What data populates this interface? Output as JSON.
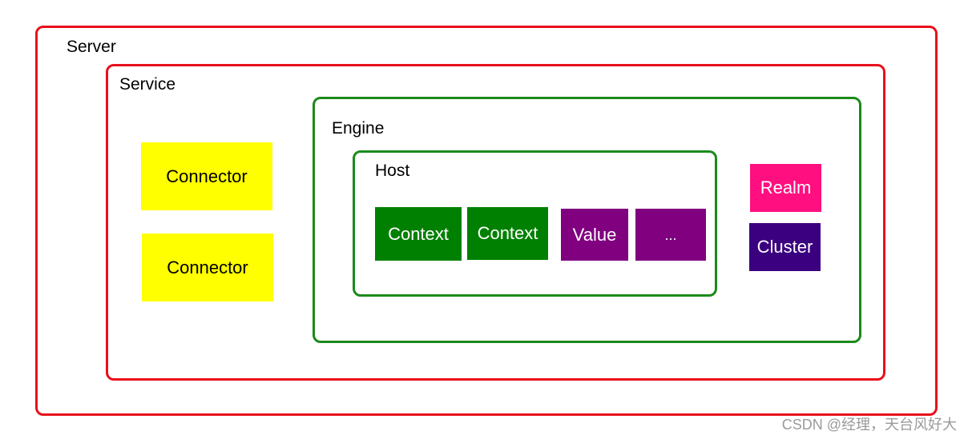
{
  "server": {
    "label": "Server"
  },
  "service": {
    "label": "Service"
  },
  "connectors": [
    {
      "label": "Connector"
    },
    {
      "label": "Connector"
    }
  ],
  "engine": {
    "label": "Engine",
    "host": {
      "label": "Host",
      "items": [
        {
          "label": "Context"
        },
        {
          "label": "Context"
        },
        {
          "label": "Value"
        },
        {
          "label": "..."
        }
      ]
    },
    "realm": {
      "label": "Realm"
    },
    "cluster": {
      "label": "Cluster"
    }
  },
  "watermark": "CSDN @经理，天台风好大",
  "colors": {
    "server_border": "#e8101a",
    "engine_border": "#1b8a1b",
    "connector": "#ffff00",
    "context": "#008000",
    "valve": "#800080",
    "realm": "#ff0f80",
    "cluster": "#3b007f"
  }
}
